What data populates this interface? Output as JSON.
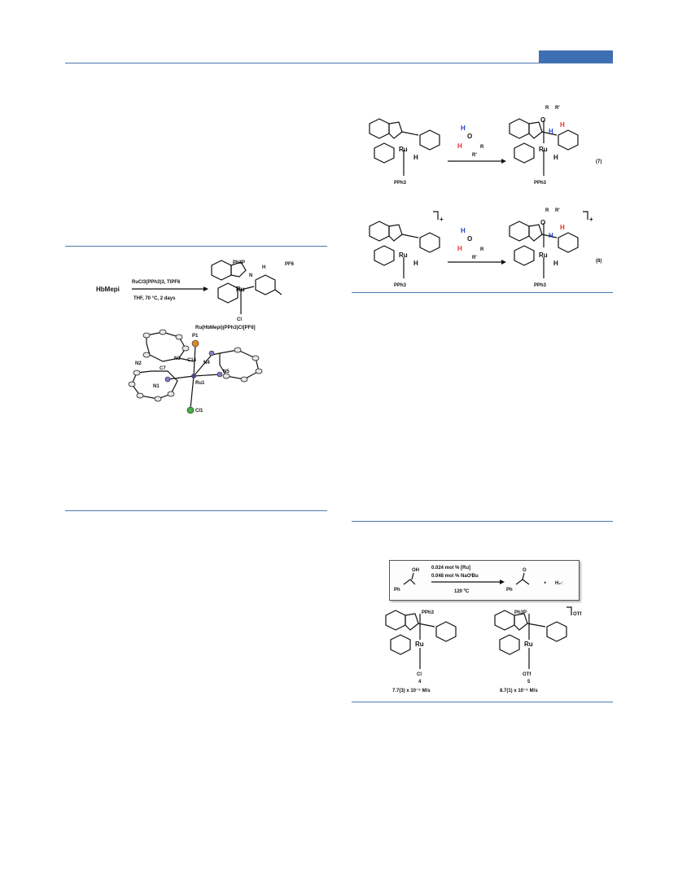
{
  "header": {
    "accent_color": "#3f6fb3"
  },
  "figure_left_synthesis": {
    "reactant": "HbMepi",
    "reagents_line1": "RuCl3(PPh3)3, TlPF6",
    "conditions": "THF, 70 °C, 2 days",
    "product_name": "Ru(HbMepi)(PPh3)Cl[PF6]",
    "counterion": "PF6",
    "labels": {
      "ph3p": "Ph3P",
      "n": "N",
      "h": "H",
      "ru": "Ru",
      "cl": "Cl"
    },
    "crystal_labels": {
      "p1": "P1",
      "n3": "N3",
      "c14": "C14",
      "n4": "N4",
      "n2": "N2",
      "c7": "C7",
      "n5": "N5",
      "n1": "N1",
      "ru1": "Ru1",
      "cl1": "Cl1"
    }
  },
  "eq7": {
    "number": "(7)",
    "labels": {
      "ru": "Ru",
      "h": "H",
      "pph3": "PPh3",
      "o": "O",
      "r": "R",
      "rp": "R'"
    }
  },
  "eq8": {
    "number": "(8)",
    "charge": "+",
    "labels": {
      "ru": "Ru",
      "h": "H",
      "pph3": "PPh3",
      "o": "O",
      "r": "R",
      "rp": "R'"
    }
  },
  "figure_right_catalysis": {
    "substrate_oh": "OH",
    "substrate_ph": "Ph",
    "cond1": "0.024 mol % [Ru]",
    "cond2": "0.048 mol % NaOᵗBu",
    "temp": "120 ºC",
    "product_o": "O",
    "product_ph": "Ph",
    "plus": "+",
    "h2": "H₂↑",
    "cat4": {
      "top": "PPh3",
      "bottom": "Cl",
      "number": "4",
      "rate": "7.7(3) x 10⁻⁵ M/s"
    },
    "cat5": {
      "top": "Ph3P",
      "bottom": "OTf",
      "number": "5",
      "rate": "8.7(1) x 10⁻⁵ M/s",
      "counterion": "OTf"
    }
  }
}
